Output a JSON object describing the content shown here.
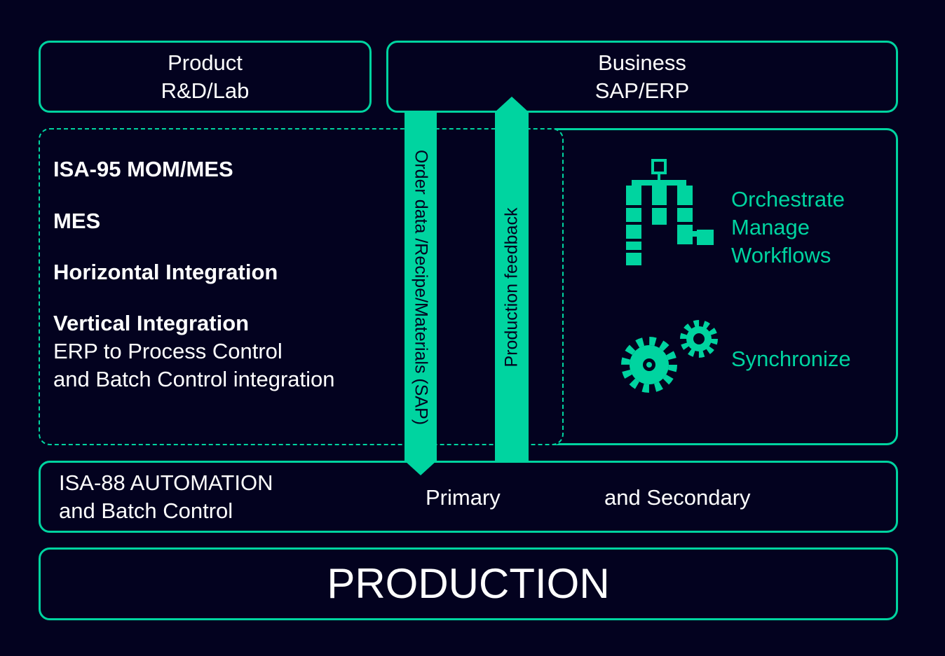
{
  "top_left": {
    "line1": "Product",
    "line2": "R&D/Lab"
  },
  "top_right": {
    "line1": "Business",
    "line2": "SAP/ERP"
  },
  "mes_panel": {
    "heading1": "ISA-95 MOM/MES",
    "heading2": "MES",
    "heading3": "Horizontal Integration",
    "heading4": "Vertical Integration",
    "detail_line1": "ERP to Process Control",
    "detail_line2": "and Batch Control integration"
  },
  "arrows": {
    "down_label": "Order data /Recipe/Materials (SAP)",
    "up_label": "Production feedback"
  },
  "capabilities": {
    "workflow_lines": [
      "Orchestrate",
      "Manage",
      "Workflows"
    ],
    "sync_label": "Synchronize",
    "workflow_icon": "workflow-tree-icon",
    "sync_icon": "gears-icon"
  },
  "automation": {
    "line1": "ISA-88 AUTOMATION",
    "line2": "and Batch Control",
    "primary": "Primary",
    "secondary": "and Secondary"
  },
  "production": {
    "label": "PRODUCTION"
  },
  "colors": {
    "accent": "#00d4a0",
    "background": "#03021f",
    "text": "#ffffff"
  }
}
